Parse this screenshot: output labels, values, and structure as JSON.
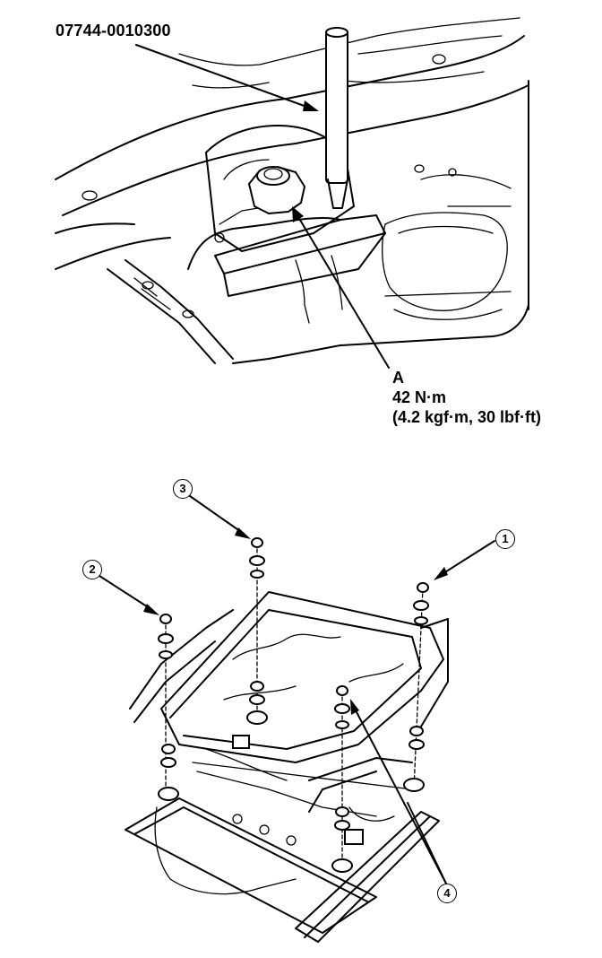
{
  "top_view": {
    "tool_number": "07744-0010300",
    "part_a": {
      "letter": "A",
      "torque_nm": "42 N·m",
      "torque_alt": "(4.2 kgf·m, 30 lbf·ft)"
    }
  },
  "bottom_view": {
    "callouts": [
      {
        "number": "1",
        "name": "bolt-1"
      },
      {
        "number": "2",
        "name": "bolt-2"
      },
      {
        "number": "3",
        "name": "bolt-3"
      },
      {
        "number": "4",
        "name": "bolt-4"
      }
    ]
  }
}
